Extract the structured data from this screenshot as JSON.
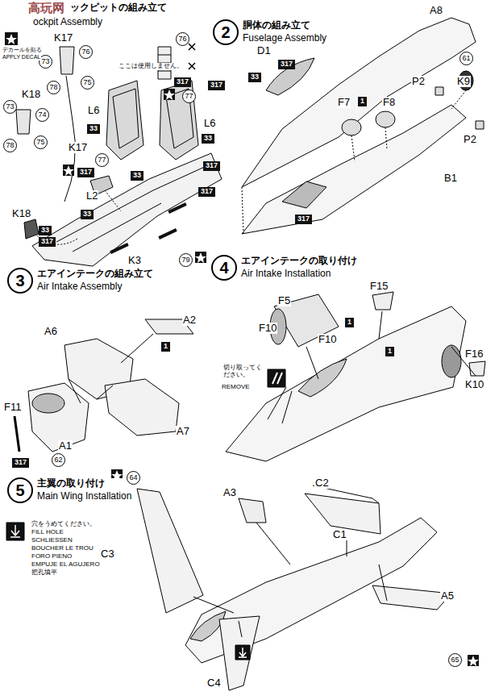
{
  "diagram": {
    "nodes": [
      {
        "text": [
          "76"
        ]
      },
      {
        "text": [
          "76"
        ]
      },
      {
        "text": [
          "73"
        ]
      },
      {
        "text": [
          "75"
        ]
      },
      {
        "text": [
          "78"
        ]
      },
      {
        "text": [
          "73"
        ]
      },
      {
        "text": [
          "74"
        ]
      },
      {
        "text": [
          "78"
        ]
      },
      {
        "text": [
          "75"
        ]
      },
      {
        "text": [
          "317"
        ]
      },
      {
        "text": [
          "77"
        ]
      },
      {
        "text": [
          "317"
        ]
      },
      {
        "text": [
          "33"
        ]
      },
      {
        "text": [
          "33"
        ]
      },
      {
        "text": [
          "317"
        ]
      },
      {
        "text": [
          "77"
        ]
      },
      {
        "text": [
          "317"
        ]
      },
      {
        "text": [
          "33"
        ]
      },
      {
        "text": [
          "33"
        ]
      },
      {
        "text": [
          "33"
        ]
      },
      {
        "text": [
          "317"
        ]
      },
      {
        "text": [
          "317"
        ]
      },
      {
        "text": [
          "79"
        ]
      },
      {
        "text": [
          "2",
          "胴体の組み立て",
          "Fuselage Assembly"
        ]
      },
      {
        "text": [
          "317"
        ]
      },
      {
        "text": [
          "33"
        ]
      },
      {
        "text": [
          "61"
        ]
      },
      {
        "text": [
          "1"
        ]
      },
      {
        "text": [
          "317"
        ]
      },
      {
        "text": [
          "3",
          "エアインテークの組み立て",
          "Air Intake Assembly"
        ]
      },
      {
        "text": [
          "1"
        ]
      },
      {
        "text": [
          "317"
        ]
      },
      {
        "text": [
          "62"
        ]
      },
      {
        "text": [
          "4",
          "エアインテークの取り付け",
          "Air Intake Installation"
        ]
      },
      {
        "text": [
          "1"
        ]
      },
      {
        "text": [
          "1"
        ]
      },
      {
        "text": [
          "5",
          "主翼の取り付け",
          "Main Wing Installation"
        ]
      },
      {
        "text": [
          "64"
        ]
      },
      {
        "text": [
          "65"
        ]
      }
    ],
    "edges": [],
    "labels": [
      "高玩网",
      "ックピットの組み立て",
      "ockpit Assembly",
      "K17",
      "ここは使用しません。",
      "デカールを貼る",
      "APPLY DECAL",
      "K18",
      "L6",
      "L6",
      "K17",
      "L2",
      "K18",
      "K3",
      "A8",
      "D1",
      "K9",
      "F8",
      "F7",
      "P2",
      "P2",
      "B1",
      "A2",
      "A6",
      "A7",
      "A1",
      "F11",
      "F15",
      "F5",
      "F10",
      "F10",
      "F16",
      "K10",
      "切り取ってください。",
      "REMOVE",
      "A3",
      "C2",
      "C1",
      "C3",
      "A5",
      "C4",
      "穴をうめてください。",
      "FILL HOLE",
      "SCHLIESSEN",
      "BOUCHER LE TROU",
      "FORO PIENO",
      "EMPUJE EL AGUJERO",
      "把孔填平"
    ]
  }
}
